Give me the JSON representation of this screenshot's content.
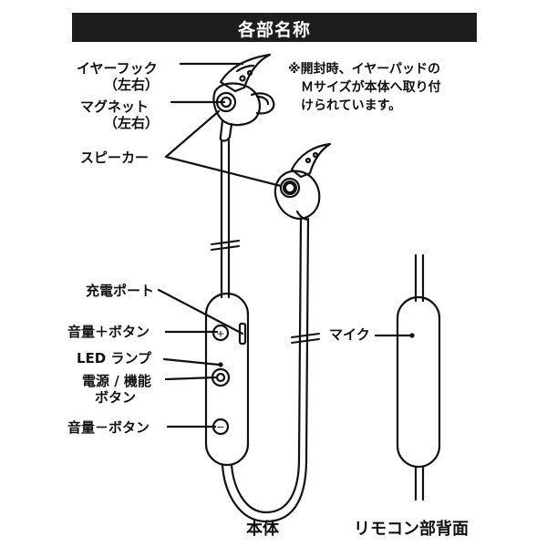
{
  "title": "各部名称",
  "labels": {
    "ear_hook": "イヤーフック",
    "ear_hook_side": "（左右）",
    "magnet": "マグネット",
    "magnet_side": "（左右）",
    "speaker": "スピーカー",
    "charging_port": "充電ポート",
    "volume_up": "音量＋ボタン",
    "led_lamp": "LED ランプ",
    "power_function_line1": "電源 / 機能",
    "power_function_line2": "ボタン",
    "volume_down": "音量－ボタン",
    "microphone": "マイク"
  },
  "note": {
    "line1": "※開封時、イヤーパッドの",
    "line2": "Ｍサイズが本体へ取り付",
    "line3": "けられています。"
  },
  "captions": {
    "main_body": "本体",
    "remote_back": "リモコン部背面"
  },
  "button_symbols": {
    "plus": "+",
    "minus": "−"
  },
  "colors": {
    "title_bg": "#1d1d1d",
    "title_text": "#ffffff",
    "line": "#111111"
  }
}
